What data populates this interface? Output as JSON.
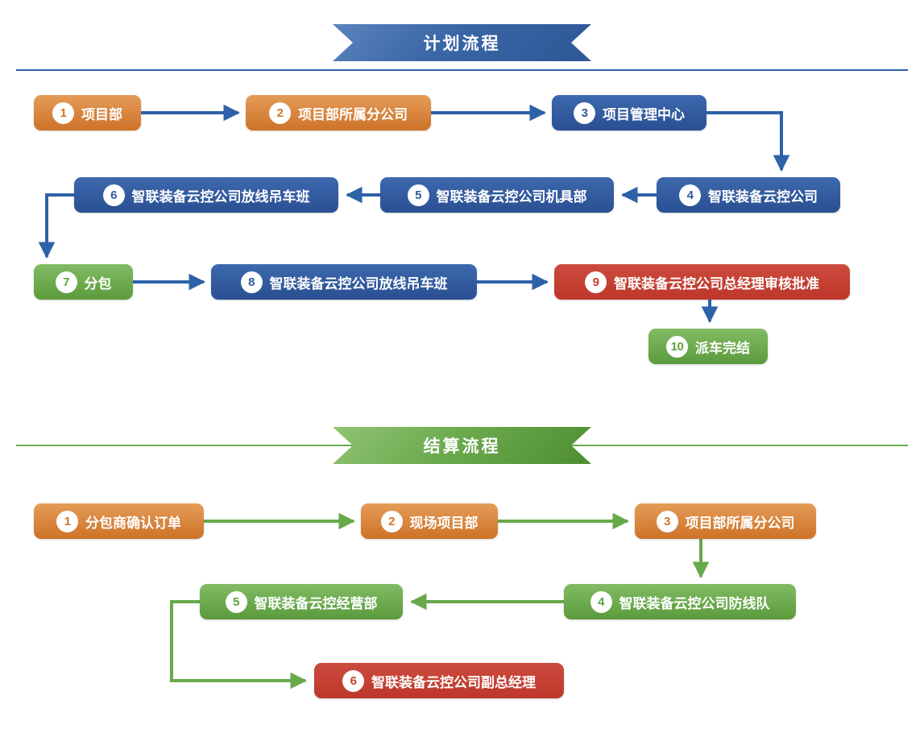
{
  "plan": {
    "banner_label": "计划流程",
    "line_color": "#2E5FA5",
    "arrow_color": "#2E62A8",
    "nodes": [
      {
        "num": "1",
        "label": "项目部",
        "color": "orange"
      },
      {
        "num": "2",
        "label": "项目部所属分公司",
        "color": "orange"
      },
      {
        "num": "3",
        "label": "项目管理中心",
        "color": "blue"
      },
      {
        "num": "4",
        "label": "智联装备云控公司",
        "color": "blue"
      },
      {
        "num": "5",
        "label": "智联装备云控公司机具部",
        "color": "blue"
      },
      {
        "num": "6",
        "label": "智联装备云控公司放线吊车班",
        "color": "blue"
      },
      {
        "num": "7",
        "label": "分包",
        "color": "green"
      },
      {
        "num": "8",
        "label": "智联装备云控公司放线吊车班",
        "color": "blue"
      },
      {
        "num": "9",
        "label": "智联装备云控公司总经理审核批准",
        "color": "red"
      },
      {
        "num": "10",
        "label": "派车完结",
        "color": "green"
      }
    ]
  },
  "settle": {
    "banner_label": "结算流程",
    "line_color": "#6AAB4D",
    "arrow_color": "#68A94B",
    "nodes": [
      {
        "num": "1",
        "label": "分包商确认订单",
        "color": "orange"
      },
      {
        "num": "2",
        "label": "现场项目部",
        "color": "orange"
      },
      {
        "num": "3",
        "label": "项目部所属分公司",
        "color": "orange"
      },
      {
        "num": "4",
        "label": "智联装备云控公司防线队",
        "color": "green"
      },
      {
        "num": "5",
        "label": "智联装备云控经营部",
        "color": "green"
      },
      {
        "num": "6",
        "label": "智联装备云控公司副总经理",
        "color": "red"
      }
    ]
  },
  "palette": {
    "orange_box": "#D0742A",
    "blue_box": "#2E5A9E",
    "green_box": "#61A341",
    "red_box": "#C23E30"
  }
}
